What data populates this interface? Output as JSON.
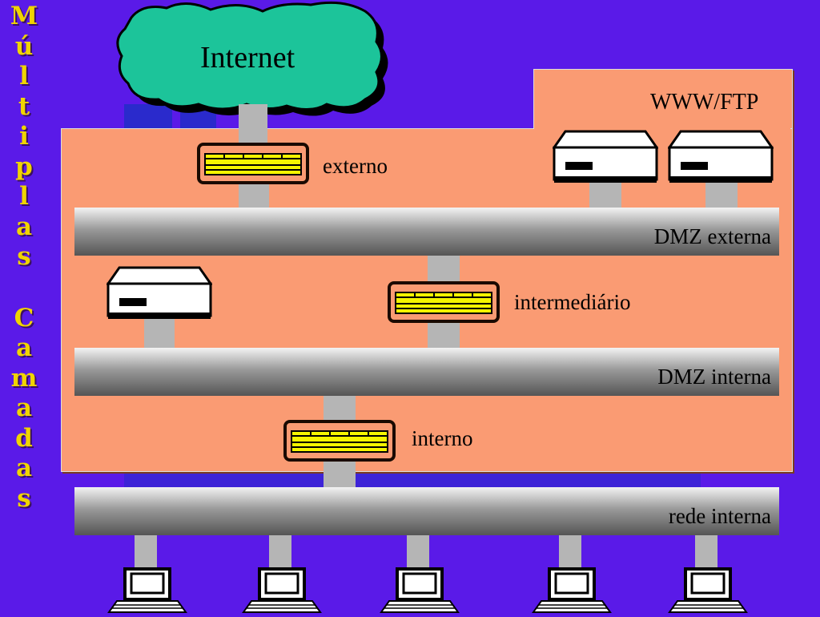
{
  "title": {
    "letters": [
      "M",
      "ú",
      "l",
      "t",
      "i",
      "p",
      "l",
      "a",
      "s",
      "C",
      "a",
      "m",
      "a",
      "d",
      "a",
      "s"
    ],
    "text": "Múltiplas Camadas"
  },
  "cloud": {
    "label": "Internet"
  },
  "zones": {
    "www_ftp": "WWW/FTP",
    "dmz_externa": "DMZ externa",
    "dmz_interna": "DMZ interna",
    "rede_interna": "rede interna"
  },
  "firewalls": {
    "externo": "externo",
    "intermediario": "intermediário",
    "interno": "interno"
  },
  "colors": {
    "background": "#5a1ae8",
    "title": "#f0d400",
    "panel": "#fa9b73",
    "cloud": "#1cc49a",
    "firewall_lights": "#f5f500"
  },
  "icons": {
    "server": "server-icon",
    "firewall": "firewall-icon",
    "workstation": "workstation-icon",
    "cloud": "cloud-icon"
  }
}
